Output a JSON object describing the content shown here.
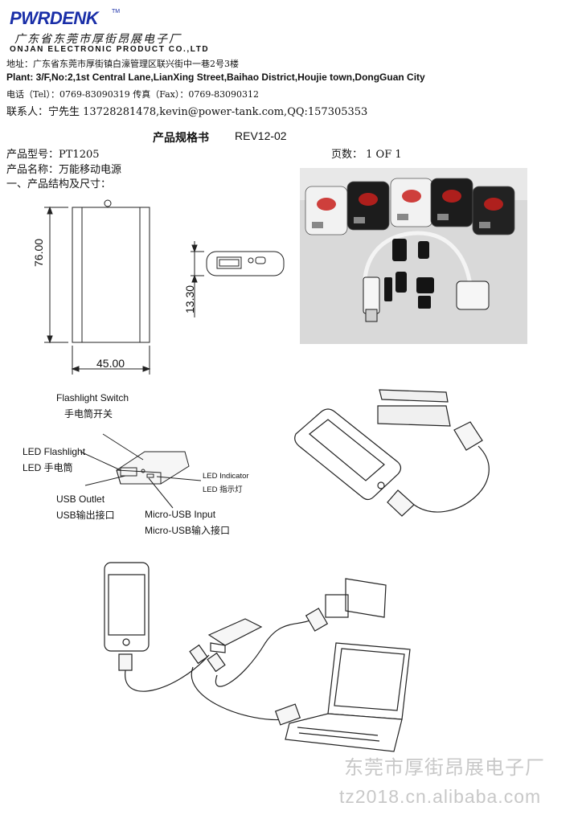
{
  "header": {
    "logo_text": "PWRDENK",
    "logo_tm": "TM",
    "company_cn": "广东省东莞市厚街昂展电子厂",
    "company_en": "ONJAN ELECTRONIC PRODUCT CO.,LTD",
    "address_cn": "地址：广东省东莞市厚街镇白濠管理区联兴街中一巷2号3楼",
    "address_en": "Plant: 3/F,No:2,1st Central Lane,LianXing Street,Baihao District,Houjie town,DongGuan City",
    "tel_fax": "电话（Tel）：0769-83090319  传真（Fax）：0769-83090312",
    "contact": "联系人：宁先生 13728281478,kevin@power-tank.com,QQ:157305353"
  },
  "spec": {
    "title": "产品规格书",
    "revision": "REV12-02",
    "model_line": "产品型号：PT1205",
    "pages_line": "页数：  1 OF  1",
    "name_line": "产品名称：万能移动电源",
    "section_line": "一、产品结构及尺寸："
  },
  "dimensions": {
    "height": "76.00",
    "width": "45.00",
    "thickness": "13.30"
  },
  "callouts": {
    "flashlight_switch_en": "Flashlight Switch",
    "flashlight_switch_cn": "手电筒开关",
    "led_flashlight_en": "LED Flashlight",
    "led_flashlight_cn": "LED 手电筒",
    "usb_outlet_en": "USB Outlet",
    "usb_outlet_cn": "USB输出接口",
    "micro_usb_en": "Micro-USB Input",
    "micro_usb_cn": "Micro-USB输入接口",
    "led_indicator_en": "LED Indicator",
    "led_indicator_cn": "LED 指示灯"
  },
  "watermark": {
    "cn": "东莞市厚街昂展电子厂",
    "url": "tz2018.cn.alibaba.com"
  },
  "photo": {
    "device_colors": [
      "#f2f2f2",
      "#1c1c1c",
      "#f2f2f2",
      "#1c1c1c",
      "#222222"
    ],
    "accent": "#c8201c"
  }
}
